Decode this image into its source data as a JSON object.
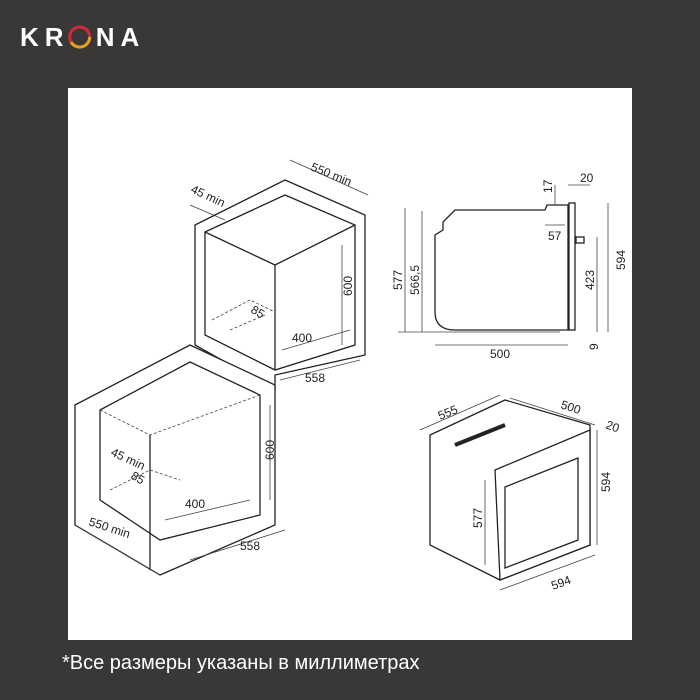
{
  "brand": {
    "name": "KRONA",
    "ring_colors": [
      "#d6273a",
      "#e8a317"
    ]
  },
  "colors": {
    "background": "#3a3836",
    "panel": "#ffffff"
  },
  "upper_niche": {
    "depth": "550 min",
    "gap": "45 min",
    "height": "600",
    "cutout_depth": "85",
    "cutout_width": "400",
    "width": "558"
  },
  "lower_niche": {
    "gap": "45 min",
    "cutout_depth": "85",
    "height": "600",
    "cutout_width": "400",
    "width": "558",
    "depth": "550 min"
  },
  "side_view": {
    "top_step": "17",
    "panel": "20",
    "height_total": "577",
    "height_body": "566,5",
    "step_depth": "57",
    "front_height": "594",
    "handle_height": "423",
    "bottom_gap": "9",
    "depth": "500"
  },
  "perspective_view": {
    "depth_top": "555",
    "depth_side": "500",
    "panel": "20",
    "front_height": "594",
    "body_height": "577",
    "front_width": "594"
  },
  "footnote": "*Все размеры указаны в миллиметрах"
}
